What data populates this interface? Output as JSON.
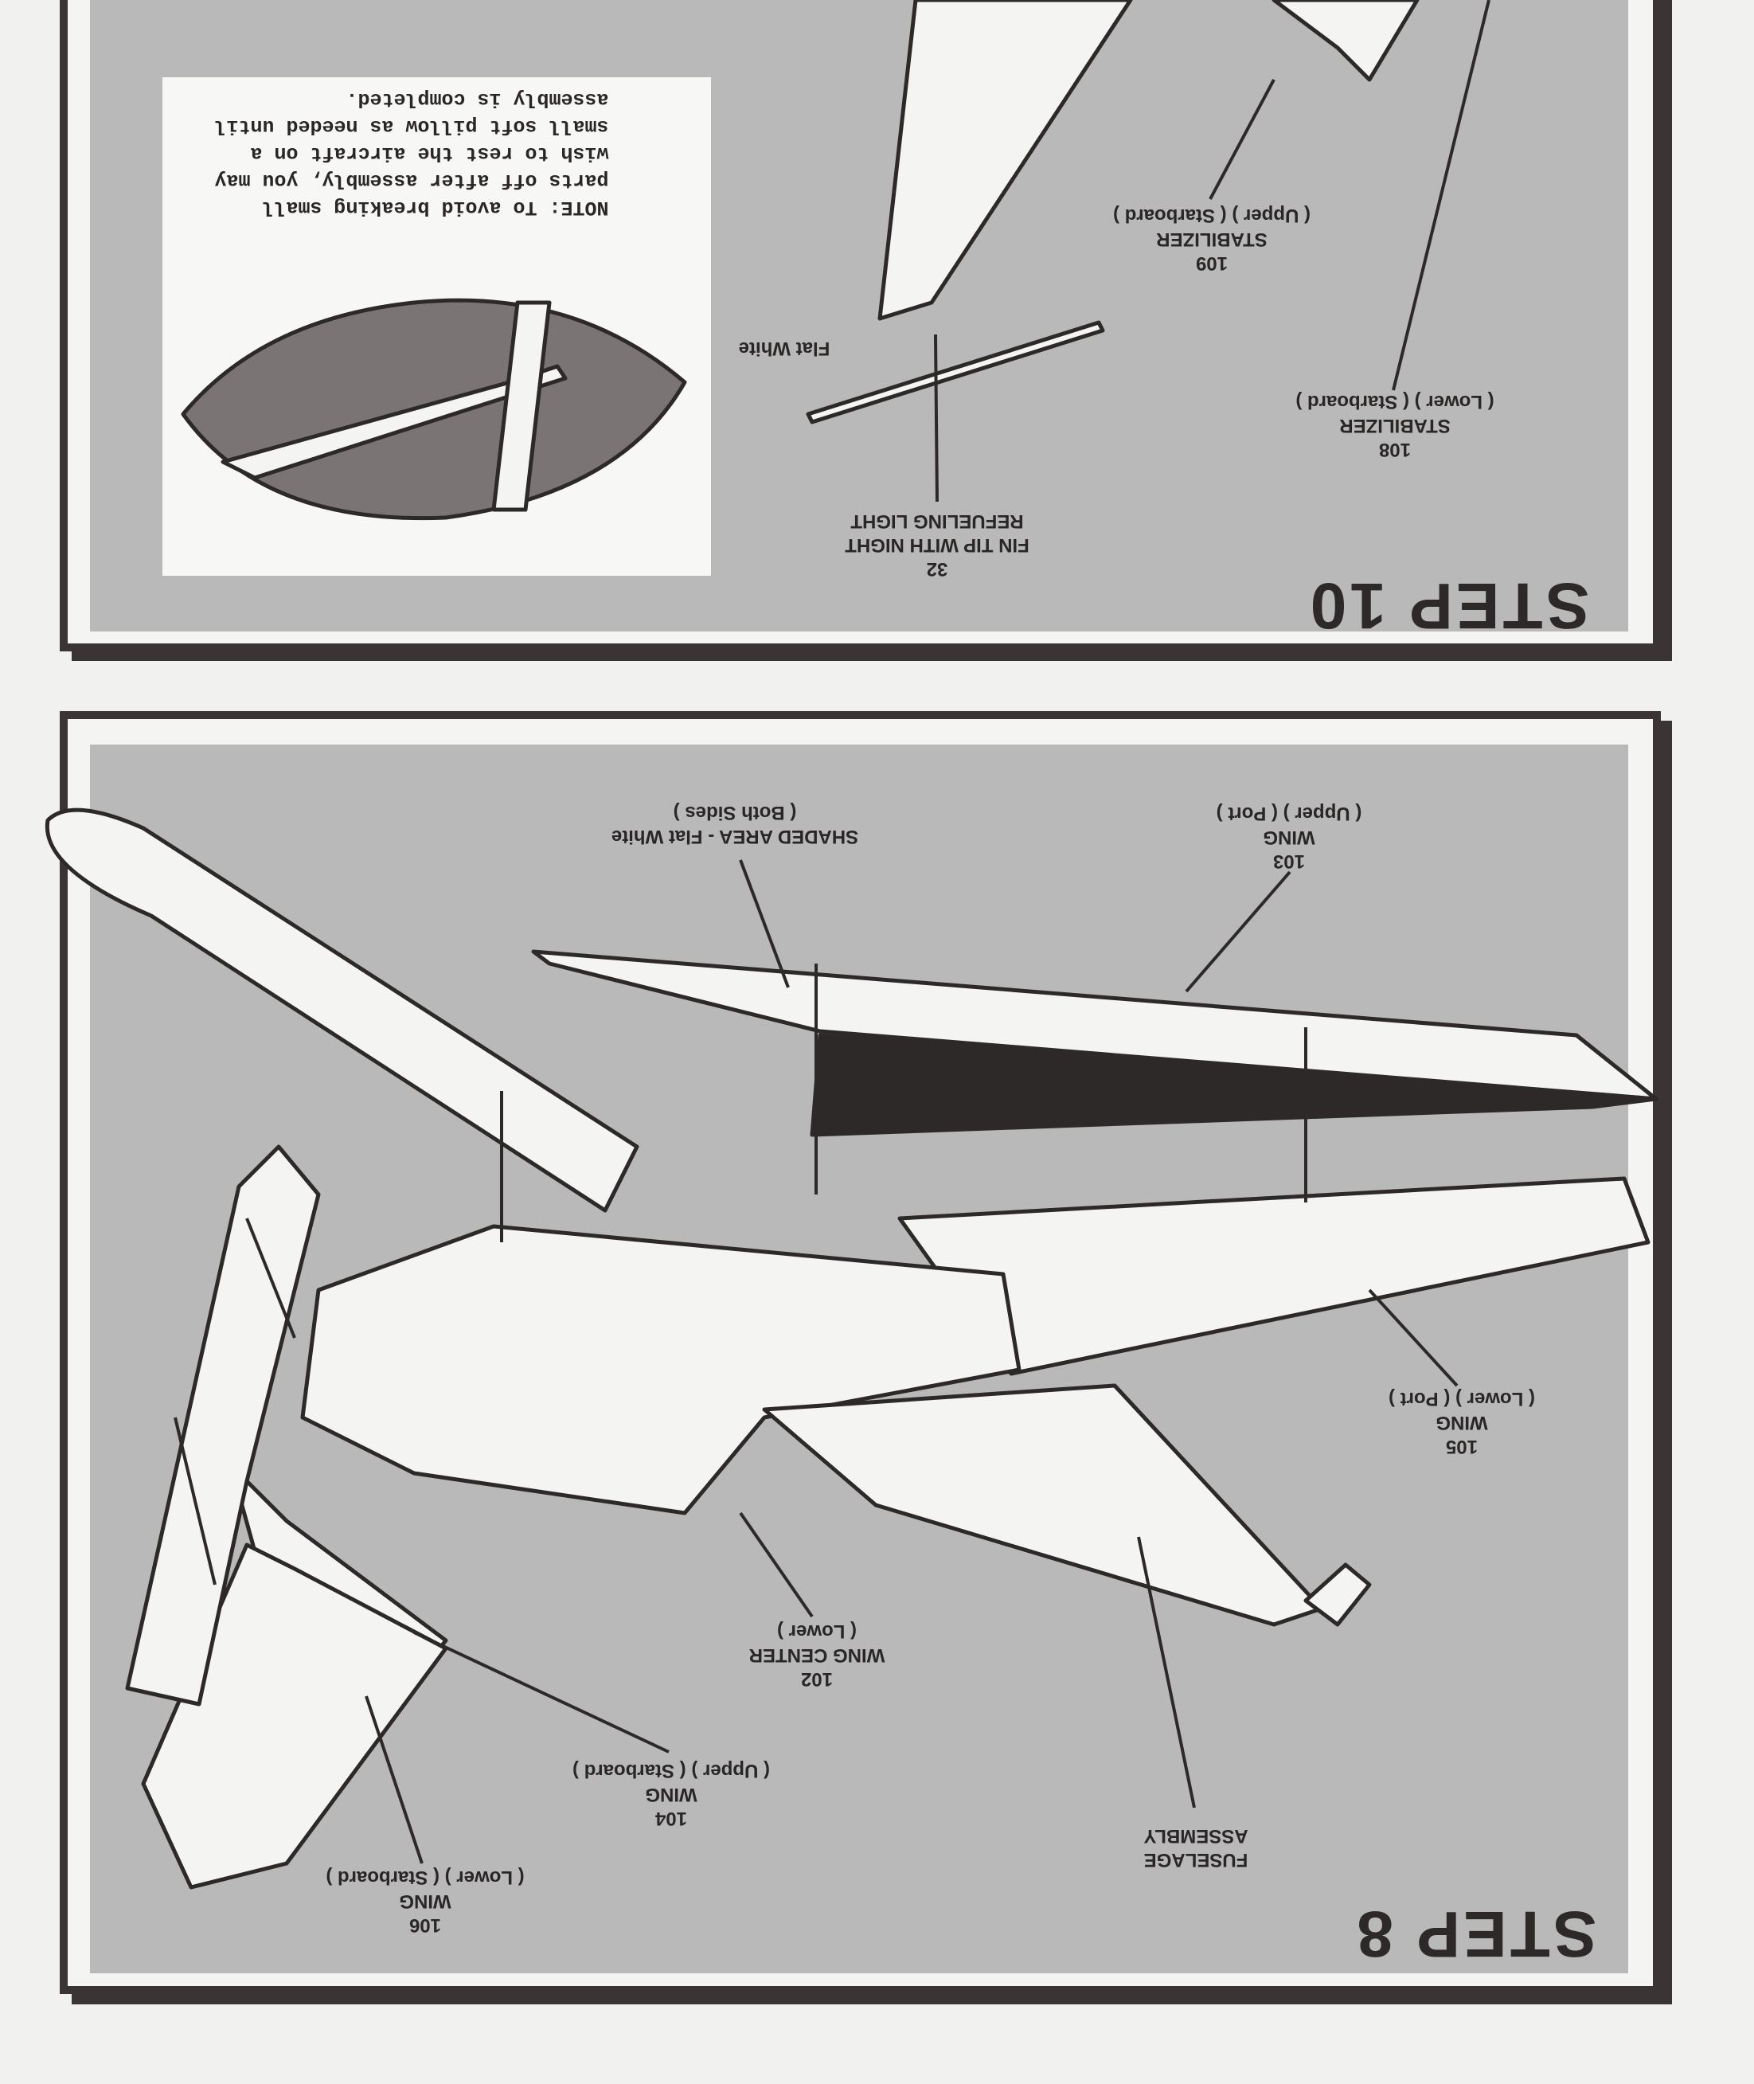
{
  "step10": {
    "title": "STEP 10",
    "part32": {
      "number": "32",
      "line1": "FIN TIP WITH NIGHT",
      "line2": "REFUELING LIGHT"
    },
    "flat_white": "Flat White",
    "part108": {
      "number": "108",
      "name": "STABILIZER",
      "desc": "( Lower ) ( Starboard )"
    },
    "part109": {
      "number": "109",
      "name": "STABILIZER",
      "desc": "( Upper ) ( Starboard )"
    },
    "note": {
      "line1": "NOTE:  To avoid breaking small",
      "line2": "parts off after assembly, you may",
      "line3": "wish to rest the aircraft on a",
      "line4": "small soft pillow as needed until",
      "line5": "assembly is completed."
    }
  },
  "step8": {
    "title": "STEP 8",
    "part103": {
      "number": "103",
      "name": "WING",
      "desc": "( Upper ) ( Port )"
    },
    "shaded": {
      "line1": "SHADED AREA - Flat White",
      "line2": "( Both Sides )"
    },
    "part105": {
      "number": "105",
      "name": "WING",
      "desc": "( Lower ) ( Port )"
    },
    "part102": {
      "number": "102",
      "name": "WING CENTER",
      "desc": "( Lower )"
    },
    "part104": {
      "number": "104",
      "name": "WING",
      "desc": "( Upper ) ( Starboard )"
    },
    "part106": {
      "number": "106",
      "name": "WING",
      "desc": "( Lower ) ( Starboard )"
    },
    "fuselage": {
      "line1": "FUSELAGE",
      "line2": "ASSEMBLY"
    }
  },
  "colors": {
    "panel": "#b9b9b9",
    "border": "#3a3434",
    "paper": "#f1f1f0"
  }
}
